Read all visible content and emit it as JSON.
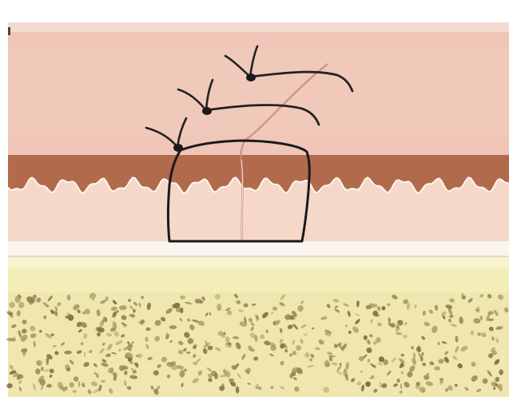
{
  "figure": {
    "description_free": true
  },
  "colors": {
    "page_background": "#ffffff",
    "epidermis": "#f0c6b8",
    "epidermis_highlight": "#f6d6c9",
    "pigment_band": "#b26a4c",
    "pigment_band_dark": "#9b553a",
    "dermis": "#f5d8c8",
    "membrane_line": "#e8e2d6",
    "subcutis": "#f3eeb8",
    "subcutis_light": "#f7f4cf",
    "fat_pattern": "#8a7a45",
    "fat_pattern_light": "#b0a266",
    "suture_thread": "#222222",
    "incision_line": "#c98b78",
    "outline_ink": "#1a1a1a"
  },
  "layers": [
    {
      "name": "epidermis"
    },
    {
      "name": "pigment-band"
    },
    {
      "name": "dermis"
    },
    {
      "name": "subcutaneous-layer"
    },
    {
      "name": "fat-layer"
    }
  ],
  "sutures": [
    {
      "name": "suture-upper"
    },
    {
      "name": "suture-middle"
    },
    {
      "name": "suture-lower"
    }
  ]
}
